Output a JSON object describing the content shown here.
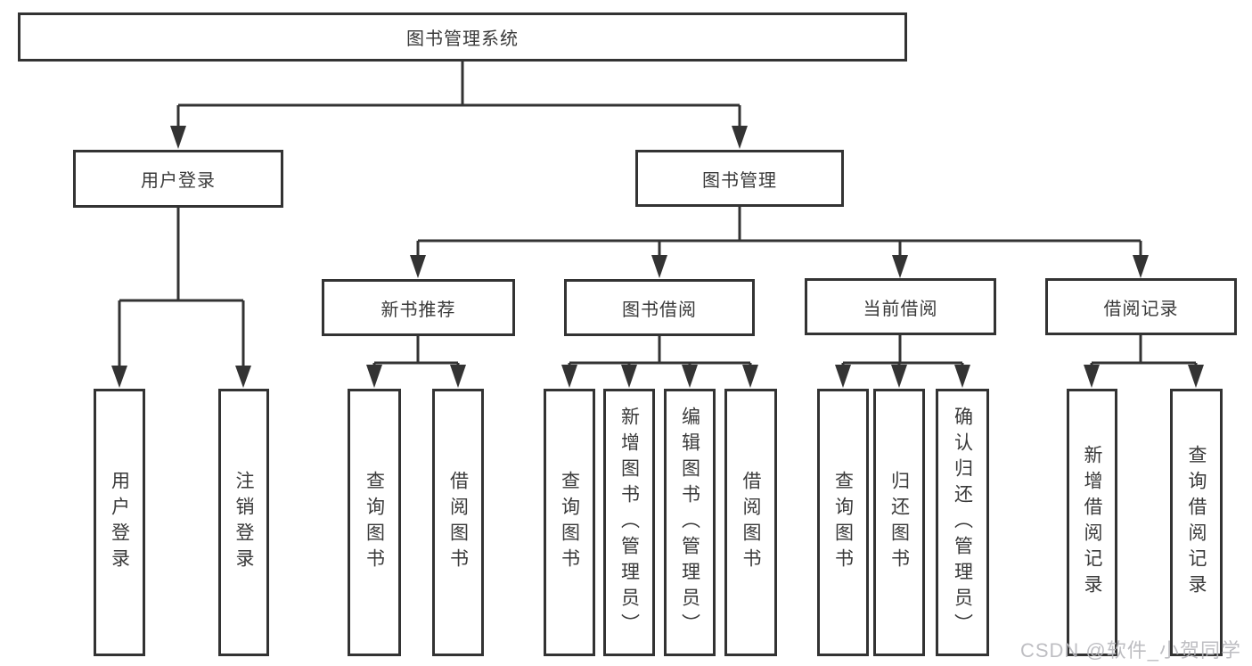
{
  "colors": {
    "line": "#333333",
    "text": "#3a3a3a",
    "bg": "#ffffff",
    "watermark": "#b7b7bc"
  },
  "watermark": "CSDN @软件_小贺同学",
  "tree": {
    "label": "图书管理系统",
    "children": [
      {
        "label": "用户登录",
        "children": [
          {
            "label": "用户登录"
          },
          {
            "label": "注销登录"
          }
        ]
      },
      {
        "label": "图书管理",
        "children": [
          {
            "label": "新书推荐",
            "children": [
              {
                "label": "查询图书"
              },
              {
                "label": "借阅图书"
              }
            ]
          },
          {
            "label": "图书借阅",
            "children": [
              {
                "label": "查询图书"
              },
              {
                "label": "新增图书（管理员）"
              },
              {
                "label": "编辑图书（管理员）"
              },
              {
                "label": "借阅图书"
              }
            ]
          },
          {
            "label": "当前借阅",
            "children": [
              {
                "label": "查询图书"
              },
              {
                "label": "归还图书"
              },
              {
                "label": "确认归还（管理员）"
              }
            ]
          },
          {
            "label": "借阅记录",
            "children": [
              {
                "label": "新增借阅记录"
              },
              {
                "label": "查询借阅记录"
              }
            ]
          }
        ]
      }
    ]
  }
}
